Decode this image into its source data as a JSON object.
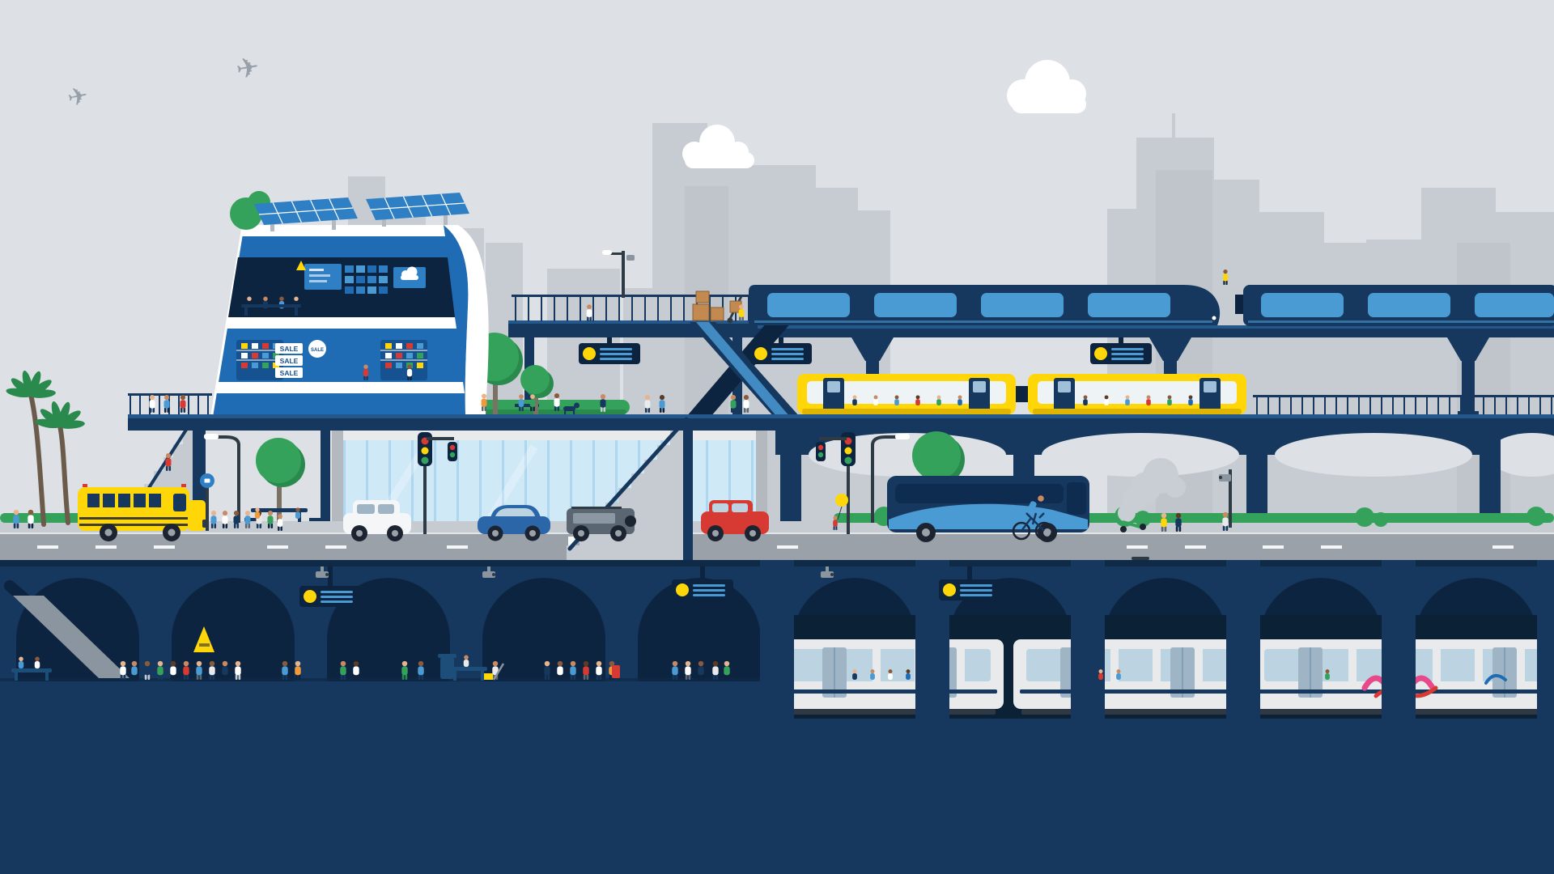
{
  "scene": {
    "store": {
      "sale_sign_lines": [
        "SALE",
        "SALE",
        "SALE"
      ],
      "sale_badge": "SALE"
    }
  },
  "palette": {
    "sky": "#dde0e4",
    "skyline": "#c7ccd2",
    "skyline_2": "#bfc5cb",
    "navy": "#16385e",
    "navy_dark": "#0d2440",
    "navy_mid": "#1d4d79",
    "steel": "#24578a",
    "blue": "#1f6cb5",
    "blue_dark": "#15528f",
    "glow_blue": "#2f7fc4",
    "window_blue": "#4a9ad4",
    "light_blue": "#cfe9f7",
    "pale_blue": "#aed6ee",
    "green": "#35a25c",
    "green_dark": "#2a8a4d",
    "yellow": "#ffd608",
    "yellow_dark": "#e0b500",
    "red": "#d63a32",
    "orange": "#f29a3a",
    "white": "#ffffff",
    "road": "#9aa1a9",
    "sidewalk": "#c6cbd1",
    "concrete": "#b3b9bf",
    "train_body": "#e8eaec",
    "tunnel": "#0a2136",
    "pole": "#2e3a44",
    "box": "#c28a50",
    "graffiti_pink": "#e8498b",
    "steam": "#c9ced4"
  }
}
